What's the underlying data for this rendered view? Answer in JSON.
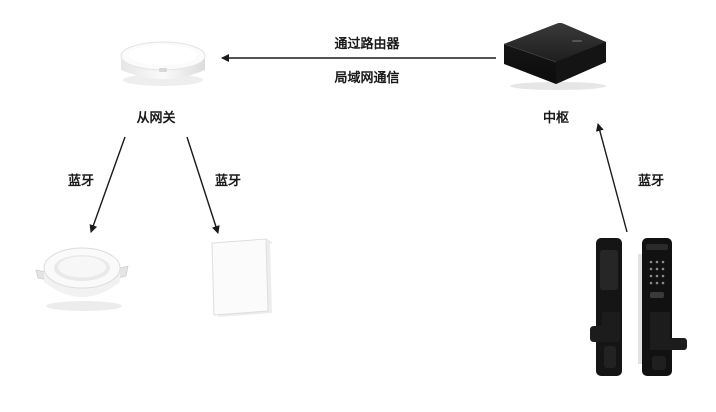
{
  "diagram": {
    "nodes": {
      "hub": {
        "label": "中枢",
        "icon": "hub-box-icon"
      },
      "sub_gateway": {
        "label": "从网关",
        "icon": "gateway-puck-icon"
      },
      "downlight": {
        "icon": "downlight-icon"
      },
      "wall_switch": {
        "icon": "wall-switch-icon"
      },
      "door_lock": {
        "icon": "smart-door-lock-icon"
      }
    },
    "edges": {
      "hub_to_gateway": {
        "label_line1": "通过路由器",
        "label_line2": "局域网通信"
      },
      "gateway_to_light": {
        "label": "蓝牙"
      },
      "gateway_to_switch": {
        "label": "蓝牙"
      },
      "lock_to_hub": {
        "label": "蓝牙"
      }
    }
  }
}
